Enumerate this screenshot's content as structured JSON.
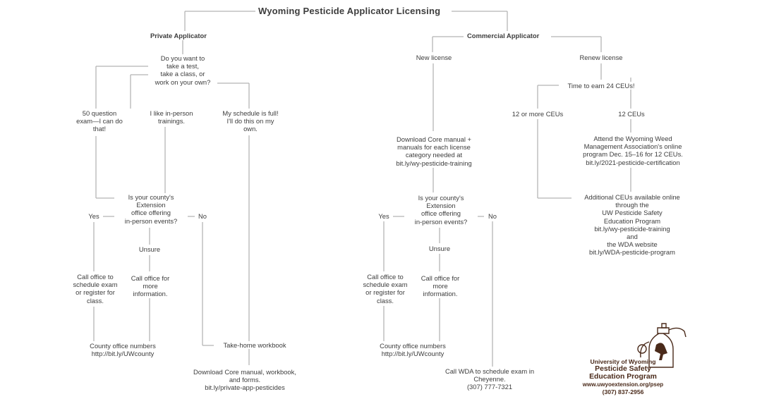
{
  "title": "Wyoming Pesticide Applicator Licensing",
  "private": {
    "heading": "Private Applicator",
    "question": "Do you want to\ntake a test,\ntake a class, or\nwork on your own?",
    "option_test": "50 question\nexam—I can do\nthat!",
    "option_class": "I like in-person\ntrainings.",
    "option_own": "My schedule is full!\nI'll do this on my\nown.",
    "county_question": "Is your county's\nExtension\noffice offering\nin-person events?",
    "yes": "Yes",
    "no": "No",
    "unsure": "Unsure",
    "call_schedule": "Call office to\nschedule exam\nor register for\nclass.",
    "call_info": "Call office for\nmore\ninformation.",
    "county_numbers": "County office numbers\nhttp://bit.ly/UWcounty",
    "take_home": "Take-home workbook",
    "download": "Download Core manual, workbook,\nand forms.\nbit.ly/private-app-pesticides"
  },
  "commercial": {
    "heading": "Commercial Applicator",
    "new_license": "New license",
    "renew_license": "Renew license",
    "download_core": "Download Core manual +\nmanuals for each license\ncategory needed at\nbit.ly/wy-pesticide-training",
    "county_question": "Is your county's\nExtension\noffice offering\nin-person events?",
    "yes": "Yes",
    "no": "No",
    "unsure": "Unsure",
    "call_schedule": "Call office to\nschedule exam\nor register for\nclass.",
    "call_info": "Call office for\nmore\ninformation.",
    "county_numbers": "County office numbers\nhttp://bit.ly/UWcounty",
    "call_wda": "Call WDA to schedule exam in\nCheyenne.\n(307) 777-7321",
    "time_ceus": "Time to earn 24 CEUs!",
    "twelve_or_more": "12 or more CEUs",
    "twelve": "12 CEUs",
    "attend": "Attend the Wyoming Weed\nManagement Association's online\nprogram Dec. 15–16 for 12 CEUs.\nbit.ly/2021-pesticide-certification",
    "additional": "Additional CEUs available online\nthrough the\nUW Pesticide Safety\nEducation Program\nbit.ly/wy-pesticide-training\nand\nthe WDA website\nbit.ly/WDA-pesticide-program"
  },
  "logo": {
    "line1": "University of Wyoming",
    "line2": "Pesticide Safety",
    "line3": "Education Program",
    "url": "www.uwyoextension.org/psep",
    "phone": "(307) 837-2956",
    "icon": "sprayer-bottle-bucking-horse-icon"
  },
  "colors": {
    "text": "#3d3d3d",
    "lines": "#b5b5b5",
    "logo": "#4a2a1a"
  }
}
